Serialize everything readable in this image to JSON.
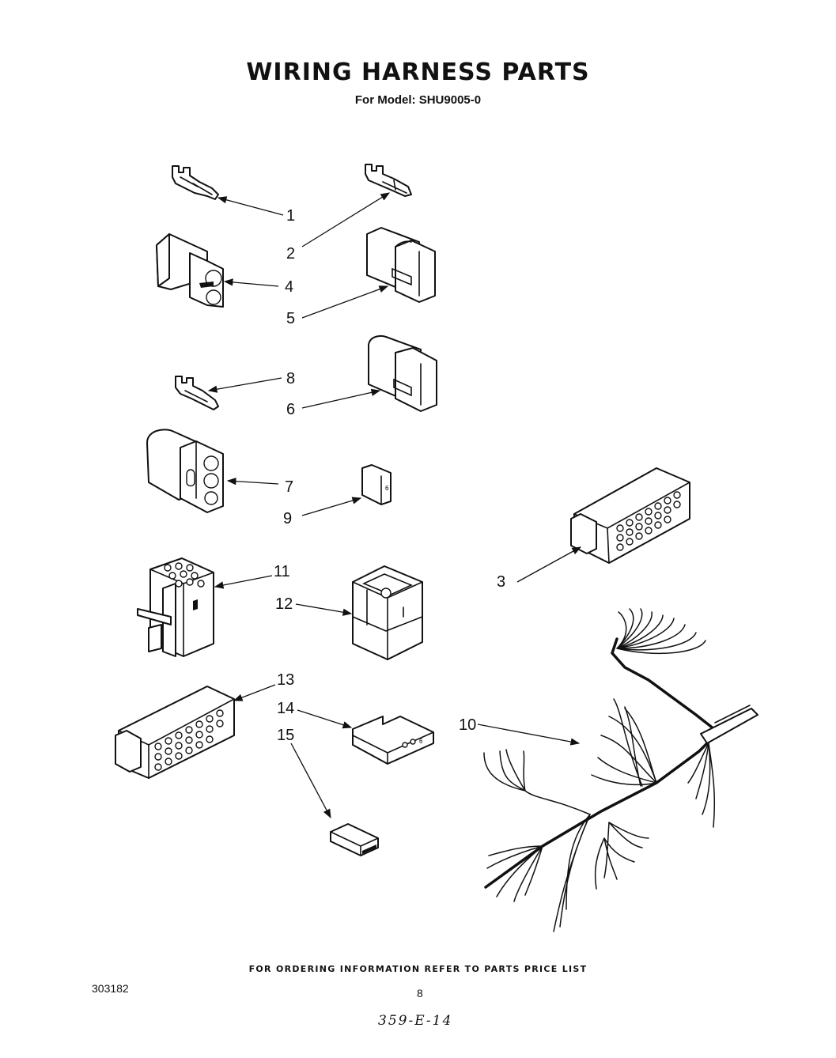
{
  "title": "WIRING HARNESS PARTS",
  "subtitle": "For Model: SHU9005-0",
  "callouts": [
    "1",
    "2",
    "3",
    "4",
    "5",
    "6",
    "7",
    "8",
    "9",
    "10",
    "11",
    "12",
    "13",
    "14",
    "15"
  ],
  "connector_pin_labels": {
    "part_9": "6",
    "part_14": "6"
  },
  "footer_note": "FOR ORDERING INFORMATION REFER TO PARTS PRICE LIST",
  "doc_number": "303182",
  "page_number": "8",
  "handwritten_note": "359-E-14"
}
